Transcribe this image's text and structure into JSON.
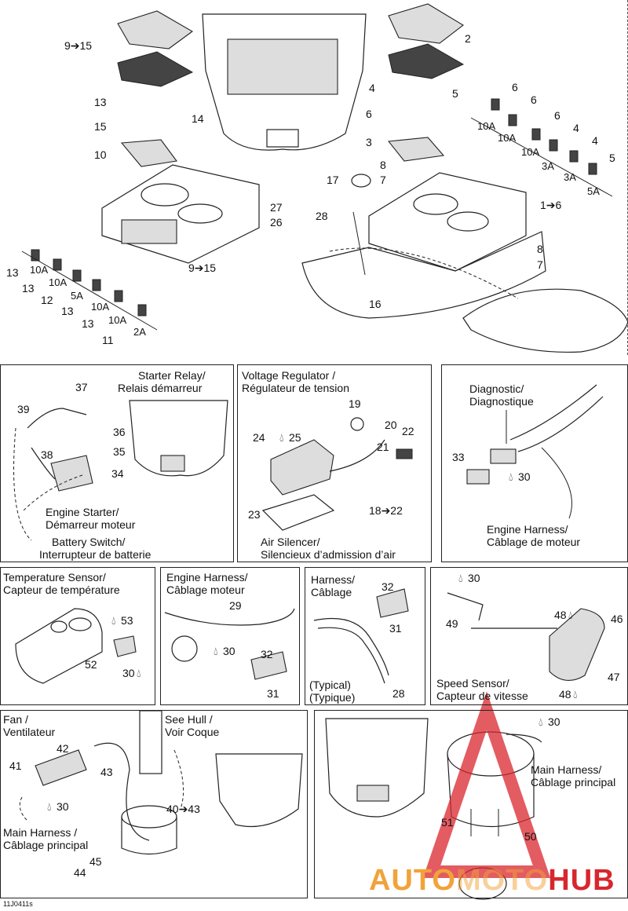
{
  "doc_code": "11J0411s",
  "watermark": {
    "text_a": "AUTO",
    "text_b": "MOTO",
    "text_c": "HUB",
    "color_a": "#f2a23a",
    "color_c": "#d8262e"
  },
  "top": {
    "left_labels": {
      "n9_15a": "9➔15",
      "n13a": "13",
      "n14": "14",
      "n15": "15",
      "n10": "10",
      "n27": "27",
      "n26": "26",
      "n9_15b": "9➔15"
    },
    "fuses_left": [
      {
        "num": "13",
        "amp": "10A"
      },
      {
        "num": "13",
        "amp": "10A"
      },
      {
        "num": "12",
        "amp": "5A"
      },
      {
        "num": "13",
        "amp": "10A"
      },
      {
        "num": "13",
        "amp": "10A"
      },
      {
        "num": "11",
        "amp": "2A"
      }
    ],
    "right_labels": {
      "n2": "2",
      "n4": "4",
      "n5a": "5",
      "n6a": "6",
      "n3": "3",
      "n8a": "8",
      "n17": "17",
      "n7a": "7",
      "n28": "28",
      "n1_6": "1➔6",
      "n8b": "8",
      "n7b": "7",
      "n16": "16"
    },
    "fuses_right": [
      {
        "num": "6",
        "amp": "10A"
      },
      {
        "num": "6",
        "amp": "10A"
      },
      {
        "num": "6",
        "amp": "10A"
      },
      {
        "num": "4",
        "amp": "3A"
      },
      {
        "num": "4",
        "amp": "3A"
      },
      {
        "num": "5",
        "amp": "5A"
      }
    ]
  },
  "starter": {
    "title_en": "Starter Relay/",
    "title_fr": "Relais démarreur",
    "labels": {
      "n37": "37",
      "n39": "39",
      "n36": "36",
      "n35": "35",
      "n38": "38",
      "n34": "34"
    },
    "engine_starter_en": "Engine Starter/",
    "engine_starter_fr": "Démarreur moteur",
    "battery_en": "Battery Switch/",
    "battery_fr": "Interrupteur de batterie"
  },
  "voltage": {
    "title_en": "Voltage Regulator /",
    "title_fr": "Régulateur de tension",
    "labels": {
      "n19": "19",
      "n20": "20",
      "n22": "22",
      "n24": "24",
      "n25": "25",
      "n21": "21",
      "n23": "23",
      "n18_22": "18➔22"
    },
    "air_en": "Air Silencer/",
    "air_fr": "Silencieux d’admission d’air"
  },
  "diagnostic": {
    "title_en": "Diagnostic/",
    "title_fr": "Diagnostique",
    "labels": {
      "n33": "33",
      "n30": "30"
    },
    "harness_en": "Engine Harness/",
    "harness_fr": "Câblage de moteur"
  },
  "temp": {
    "title_en": "Temperature Sensor/",
    "title_fr": "Capteur de température",
    "labels": {
      "n53": "53",
      "n52": "52",
      "n30": "30"
    }
  },
  "eng_harness": {
    "title_en": "Engine Harness/",
    "title_fr": "Câblage moteur",
    "labels": {
      "n29": "29",
      "n30": "30",
      "n32": "32",
      "n31": "31"
    }
  },
  "harness": {
    "title_en": "Harness/",
    "title_fr": "Câblage",
    "labels": {
      "n32": "32",
      "n31": "31",
      "n28": "28"
    },
    "typical_en": "(Typical)",
    "typical_fr": "(Typique)"
  },
  "speed": {
    "labels": {
      "n30": "30",
      "n49": "49",
      "n48a": "48",
      "n46": "46",
      "n47": "47",
      "n48b": "48"
    },
    "title_en": "Speed Sensor/",
    "title_fr": "Capteur de vitesse"
  },
  "fan": {
    "title_en": "Fan /",
    "title_fr": "Ventilateur",
    "see_en": "See Hull /",
    "see_fr": "Voir Coque",
    "labels": {
      "n42": "42",
      "n41": "41",
      "n43a": "43",
      "n30": "30",
      "n40_43": "40➔43",
      "n45": "45",
      "n44": "44"
    },
    "main_en": "Main Harness /",
    "main_fr": "Câblage principal"
  },
  "bottom_right": {
    "labels": {
      "n30": "30",
      "n51": "51",
      "n50": "50"
    },
    "main_en": "Main Harness/",
    "main_fr": "Câblage principal"
  }
}
